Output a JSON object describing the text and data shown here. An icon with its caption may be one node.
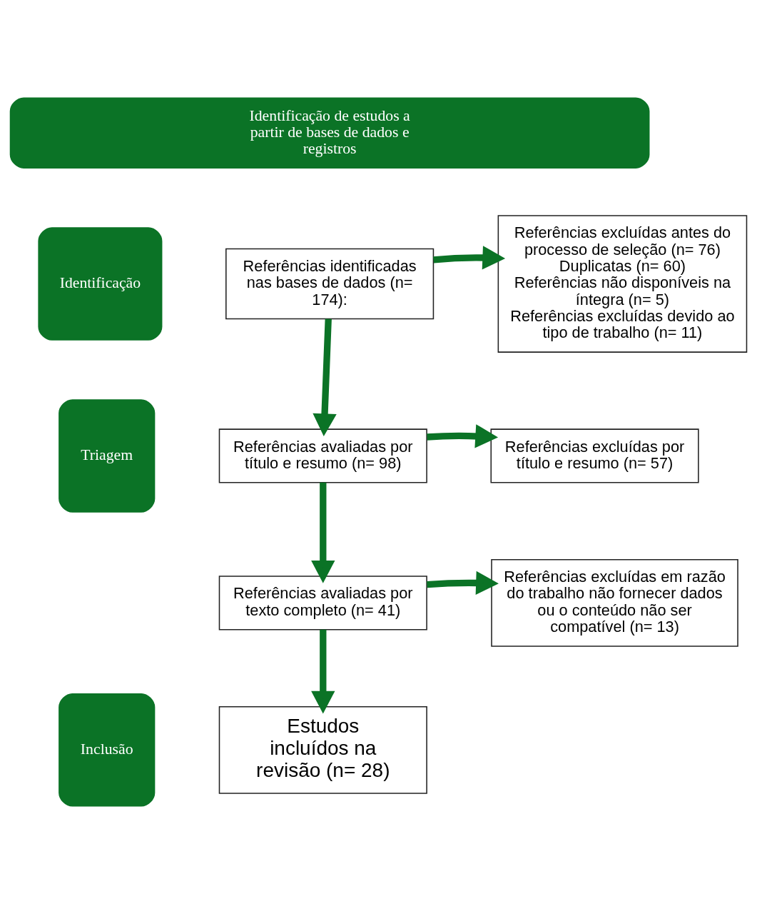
{
  "diagram": {
    "nodes": [
      {
        "text": [
          "Identificação de estudos a partir de bases de dados e registros"
        ]
      },
      {
        "text": [
          "Identificação"
        ]
      },
      {
        "text": [
          "Triagem"
        ]
      },
      {
        "text": [
          "Inclusão"
        ]
      },
      {
        "text": [
          "Referências identificadas nas bases de dados (n= 174):"
        ]
      },
      {
        "text": [
          "Referências excluídas antes do processo de seleção (n= 76)",
          "Duplicatas (n= 60)",
          "Referências não disponíveis na íntegra (n= 5)",
          "Referências excluídas devido ao tipo de trabalho (n= 11)"
        ]
      },
      {
        "text": [
          "Referências avaliadas por título e resumo (n= 98)"
        ]
      },
      {
        "text": [
          "Referências excluídas por título e resumo (n= 57)"
        ]
      },
      {
        "text": [
          "Referências avaliadas por texto completo (n= 41)"
        ]
      },
      {
        "text": [
          "Referências excluídas em razão do trabalho não fornecer dados ou o conteúdo não ser compatível (n= 13)"
        ]
      },
      {
        "text": [
          "Estudos incluídos na revisão (n= 28)"
        ]
      }
    ],
    "edges": [
      {
        "from": 4,
        "to": 5,
        "arrow": "to"
      },
      {
        "from": 4,
        "to": 6,
        "arrow": "to"
      },
      {
        "from": 6,
        "to": 7,
        "arrow": "to"
      },
      {
        "from": 6,
        "to": 8,
        "arrow": "to"
      },
      {
        "from": 8,
        "to": 9,
        "arrow": "to"
      },
      {
        "from": 8,
        "to": 10,
        "arrow": "to"
      }
    ]
  }
}
